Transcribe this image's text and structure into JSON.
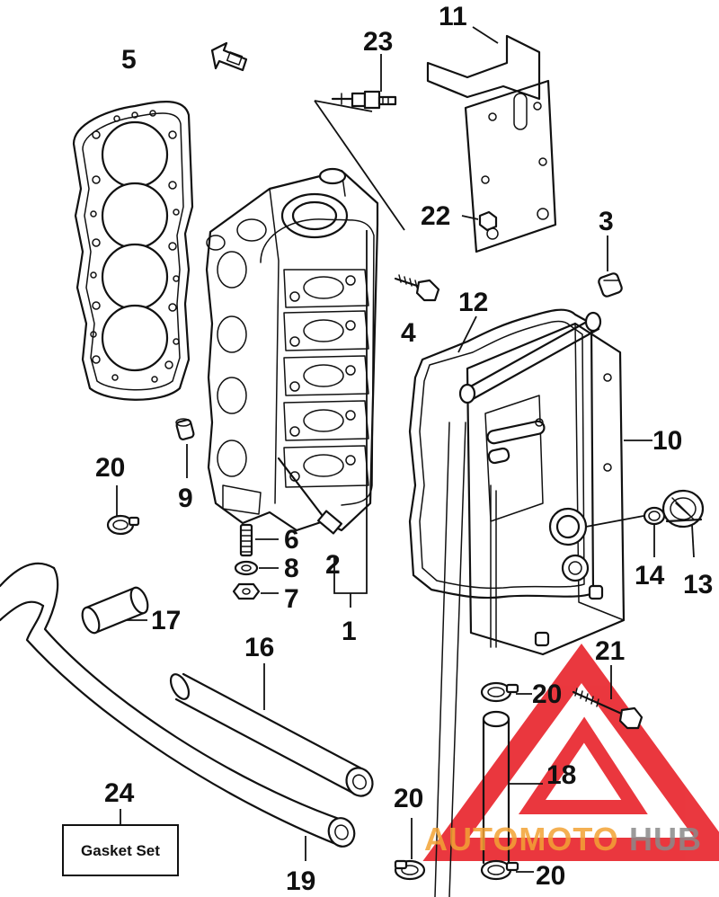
{
  "diagram": {
    "part_numbers": {
      "p1": "1",
      "p2": "2",
      "p3": "3",
      "p4": "4",
      "p5": "5",
      "p6": "6",
      "p7": "7",
      "p8": "8",
      "p9": "9",
      "p10": "10",
      "p11": "11",
      "p12": "12",
      "p13": "13",
      "p14": "14",
      "p16": "16",
      "p17": "17",
      "p18": "18",
      "p19": "19",
      "p20": "20",
      "p21": "21",
      "p22": "22",
      "p23": "23",
      "p24": "24"
    },
    "gasket_set_label": "Gasket Set",
    "watermark": {
      "part1": "AUTOMOTO",
      "part2": "HUB",
      "color_primary": "#e8222a",
      "color_secondary": "#8a8a8a"
    }
  }
}
